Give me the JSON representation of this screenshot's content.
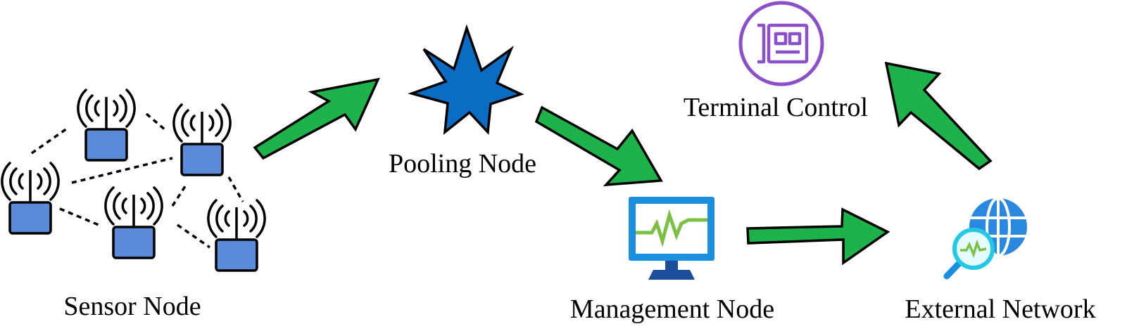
{
  "labels": {
    "sensor_node": "Sensor Node",
    "pooling_node": "Pooling Node",
    "management_node": "Management Node",
    "external_network": "External Network",
    "terminal_control": "Terminal Control"
  },
  "colors": {
    "arrow_fill": "#1db34a",
    "outline": "#000000",
    "sensor_box": "#5b8ad9",
    "star": "#0a6cc2",
    "monitor_frame": "#1a8fe0",
    "monitor_stand": "#1b4f9c",
    "waveform": "#7ac143",
    "globe": "#2a88e0",
    "magnifier": "#23c8e3",
    "terminal_icon": "#8a4fc9"
  },
  "icons": {
    "sensor": "wireless-sensor-icon",
    "pooling": "star-burst-icon",
    "management": "monitor-waveform-icon",
    "external": "globe-search-icon",
    "terminal": "network-card-icon"
  }
}
